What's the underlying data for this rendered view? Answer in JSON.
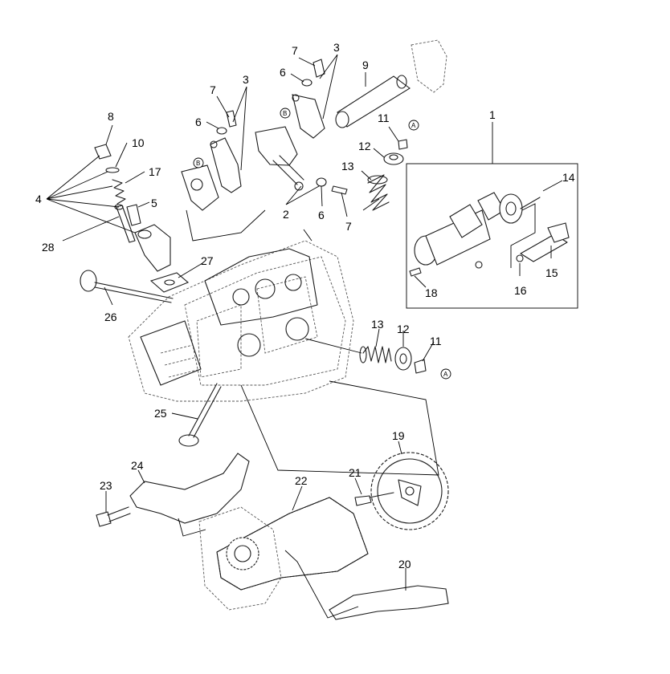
{
  "diagram": {
    "callouts": {
      "p1": "1",
      "p2": "2",
      "p3a": "3",
      "p3b": "3",
      "p4": "4",
      "p5": "5",
      "p6a": "6",
      "p6b": "6",
      "p6c": "6",
      "p7a": "7",
      "p7b": "7",
      "p7c": "7",
      "p8": "8",
      "p9": "9",
      "p10": "10",
      "p11a": "11",
      "p11b": "11",
      "p12a": "12",
      "p12b": "12",
      "p13a": "13",
      "p13b": "13",
      "p14": "14",
      "p15": "15",
      "p16": "16",
      "p17": "17",
      "p18": "18",
      "p19": "19",
      "p20": "20",
      "p21": "21",
      "p22": "22",
      "p23": "23",
      "p24": "24",
      "p25": "25",
      "p26": "26",
      "p27": "27",
      "p28": "28"
    },
    "refs": {
      "a1": "A",
      "a2": "A",
      "b1": "B",
      "b2": "B"
    }
  }
}
